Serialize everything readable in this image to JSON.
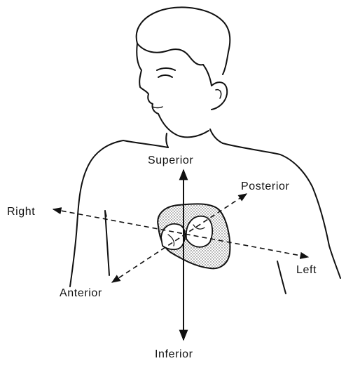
{
  "labels": {
    "superior": "Superior",
    "inferior": "Inferior",
    "right": "Right",
    "left": "Left",
    "anterior": "Anterior",
    "posterior": "Posterior"
  },
  "colors": {
    "ink": "#111111",
    "heart_fill": "#d8d8d8",
    "background": "#ffffff"
  },
  "icons": {
    "figure": "human-torso-outline",
    "organ": "heart-cross-section"
  }
}
